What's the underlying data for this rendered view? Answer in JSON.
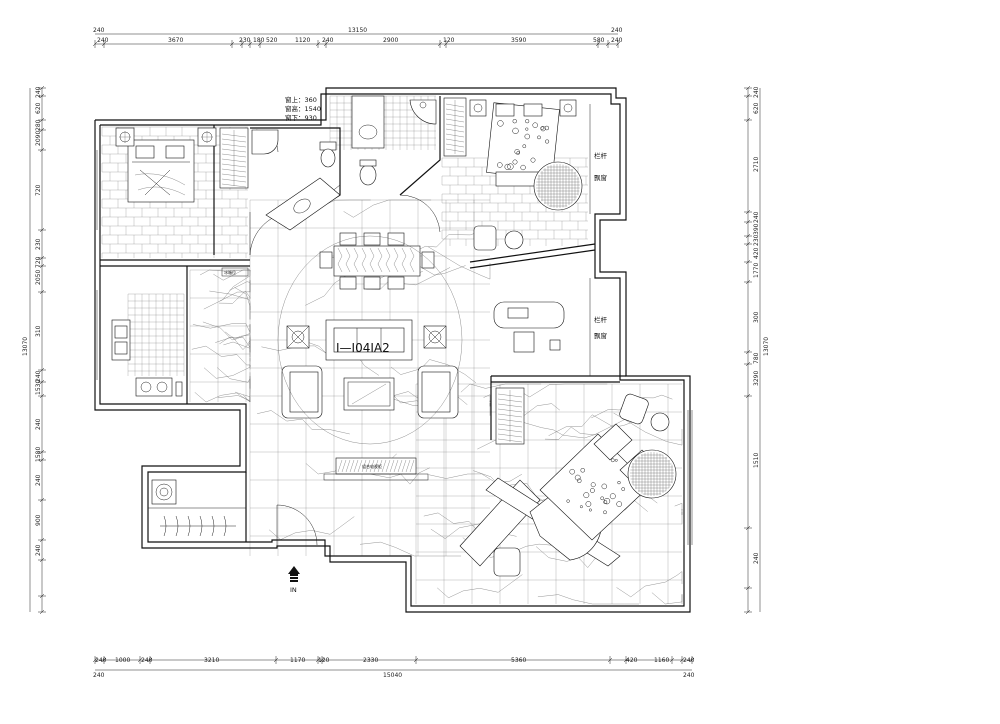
{
  "dimensions": {
    "top_segments": [
      "240",
      "3670",
      "230",
      "180",
      "520",
      "1120",
      "240",
      "2900",
      "120",
      "3590",
      "580",
      "240"
    ],
    "top_total": "13150",
    "bottom_segments": [
      "240",
      "1000",
      "240",
      "3210",
      "1170",
      "120",
      "2330",
      "5360",
      "420",
      "1160",
      "240"
    ],
    "bottom_total": "15040",
    "left_segments": [
      "240",
      "620",
      "280",
      "2090",
      "720",
      "230",
      "720",
      "2050",
      "310",
      "240",
      "1530",
      "240",
      "1580",
      "240",
      "900",
      "240"
    ],
    "left_total": "13070",
    "right_segments": [
      "240",
      "620",
      "2710",
      "240",
      "390",
      "230",
      "420",
      "1770",
      "300",
      "780",
      "3290",
      "1510",
      "240"
    ],
    "right_total": "13070"
  },
  "window_note": {
    "line1": "窗上：360",
    "line2": "窗高：1540",
    "line3": "窗下：930"
  },
  "labels": {
    "railing_1": "栏杆",
    "bay_window_1": "飘窗",
    "railing_2": "栏杆",
    "bay_window_2": "飘窗",
    "entry": "IN",
    "tv_cabinet": "组合电视柜",
    "fridge_note": "冰箱位",
    "room_tag": "I—I04IA2"
  },
  "colors": {
    "line": "#111111",
    "background": "#ffffff"
  }
}
